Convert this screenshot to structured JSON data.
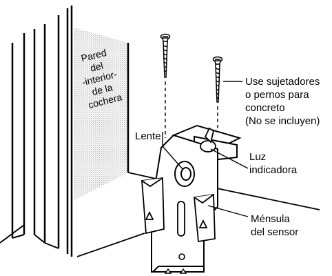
{
  "wall_label": {
    "lines": [
      "Pared",
      "del",
      "-interior-",
      "de la",
      "cochera"
    ]
  },
  "fasteners_label": {
    "lines": [
      "Use sujetadores",
      "o pernos para",
      "concreto",
      "(No se incluyen)"
    ]
  },
  "lens_label": "Lente",
  "light_label": {
    "lines": [
      "Luz",
      "indicadora"
    ]
  },
  "bracket_label": {
    "lines": [
      "Ménsula",
      "del sensor"
    ]
  },
  "colors": {
    "ink": "#000000",
    "wall_hatch": "#c8c8c8",
    "background": "#ffffff"
  }
}
